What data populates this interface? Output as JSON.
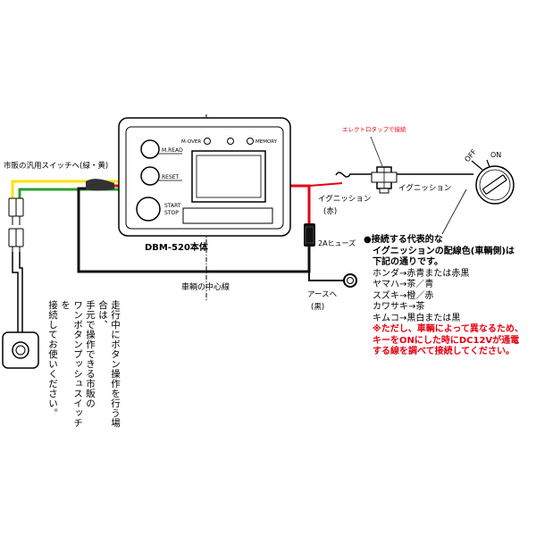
{
  "device": {
    "name": "DBM-520本体",
    "buttons": [
      {
        "label": "M.READ"
      },
      {
        "label": "RESET"
      },
      {
        "label": "START\nSTOP"
      }
    ],
    "indicators": [
      {
        "label": "M-OVER"
      },
      {
        "label": "MEMORY"
      }
    ]
  },
  "labels": {
    "switch_wire": "市販の汎用スイッチへ(緑・黄)",
    "electro_tap": "エレクトロタップで接続",
    "ignition_red_1": "イグニッション",
    "ignition_red_2": "(赤)",
    "ignition_vehicle": "イグニッション",
    "fuse": "2Aヒューズ",
    "ground_1": "アースへ",
    "ground_2": "(黒)",
    "center_line": "車輌の中心線",
    "key_off": "OFF",
    "key_on": "ON"
  },
  "vertical_note": [
    "走行中にボタン操作を行う場合は、",
    "手元で操作できる市販の",
    "ワンボタンプッシュスイッチを",
    "接続してお使いください。"
  ],
  "info": {
    "title_lines": [
      "●接続する代表的な",
      "イグニッションの配線色(車輌側)は",
      "下記の通りです。"
    ],
    "makers": [
      "ホンダ→赤青または赤黒",
      "ヤマハ→茶／青",
      "スズキ→橙／赤",
      "カワサキ→茶",
      "キムコ→黒白または黒"
    ],
    "warning_lines": [
      "※ただし、車輌によって異なるため、",
      "キーをONにした時にDC12Vが通電",
      "する線を調べて接続してください。"
    ]
  },
  "colors": {
    "wire_red": "#e60012",
    "wire_yellow": "#ffe100",
    "wire_green": "#2aa12a",
    "wire_black": "#111111",
    "text_red": "#e60012"
  }
}
